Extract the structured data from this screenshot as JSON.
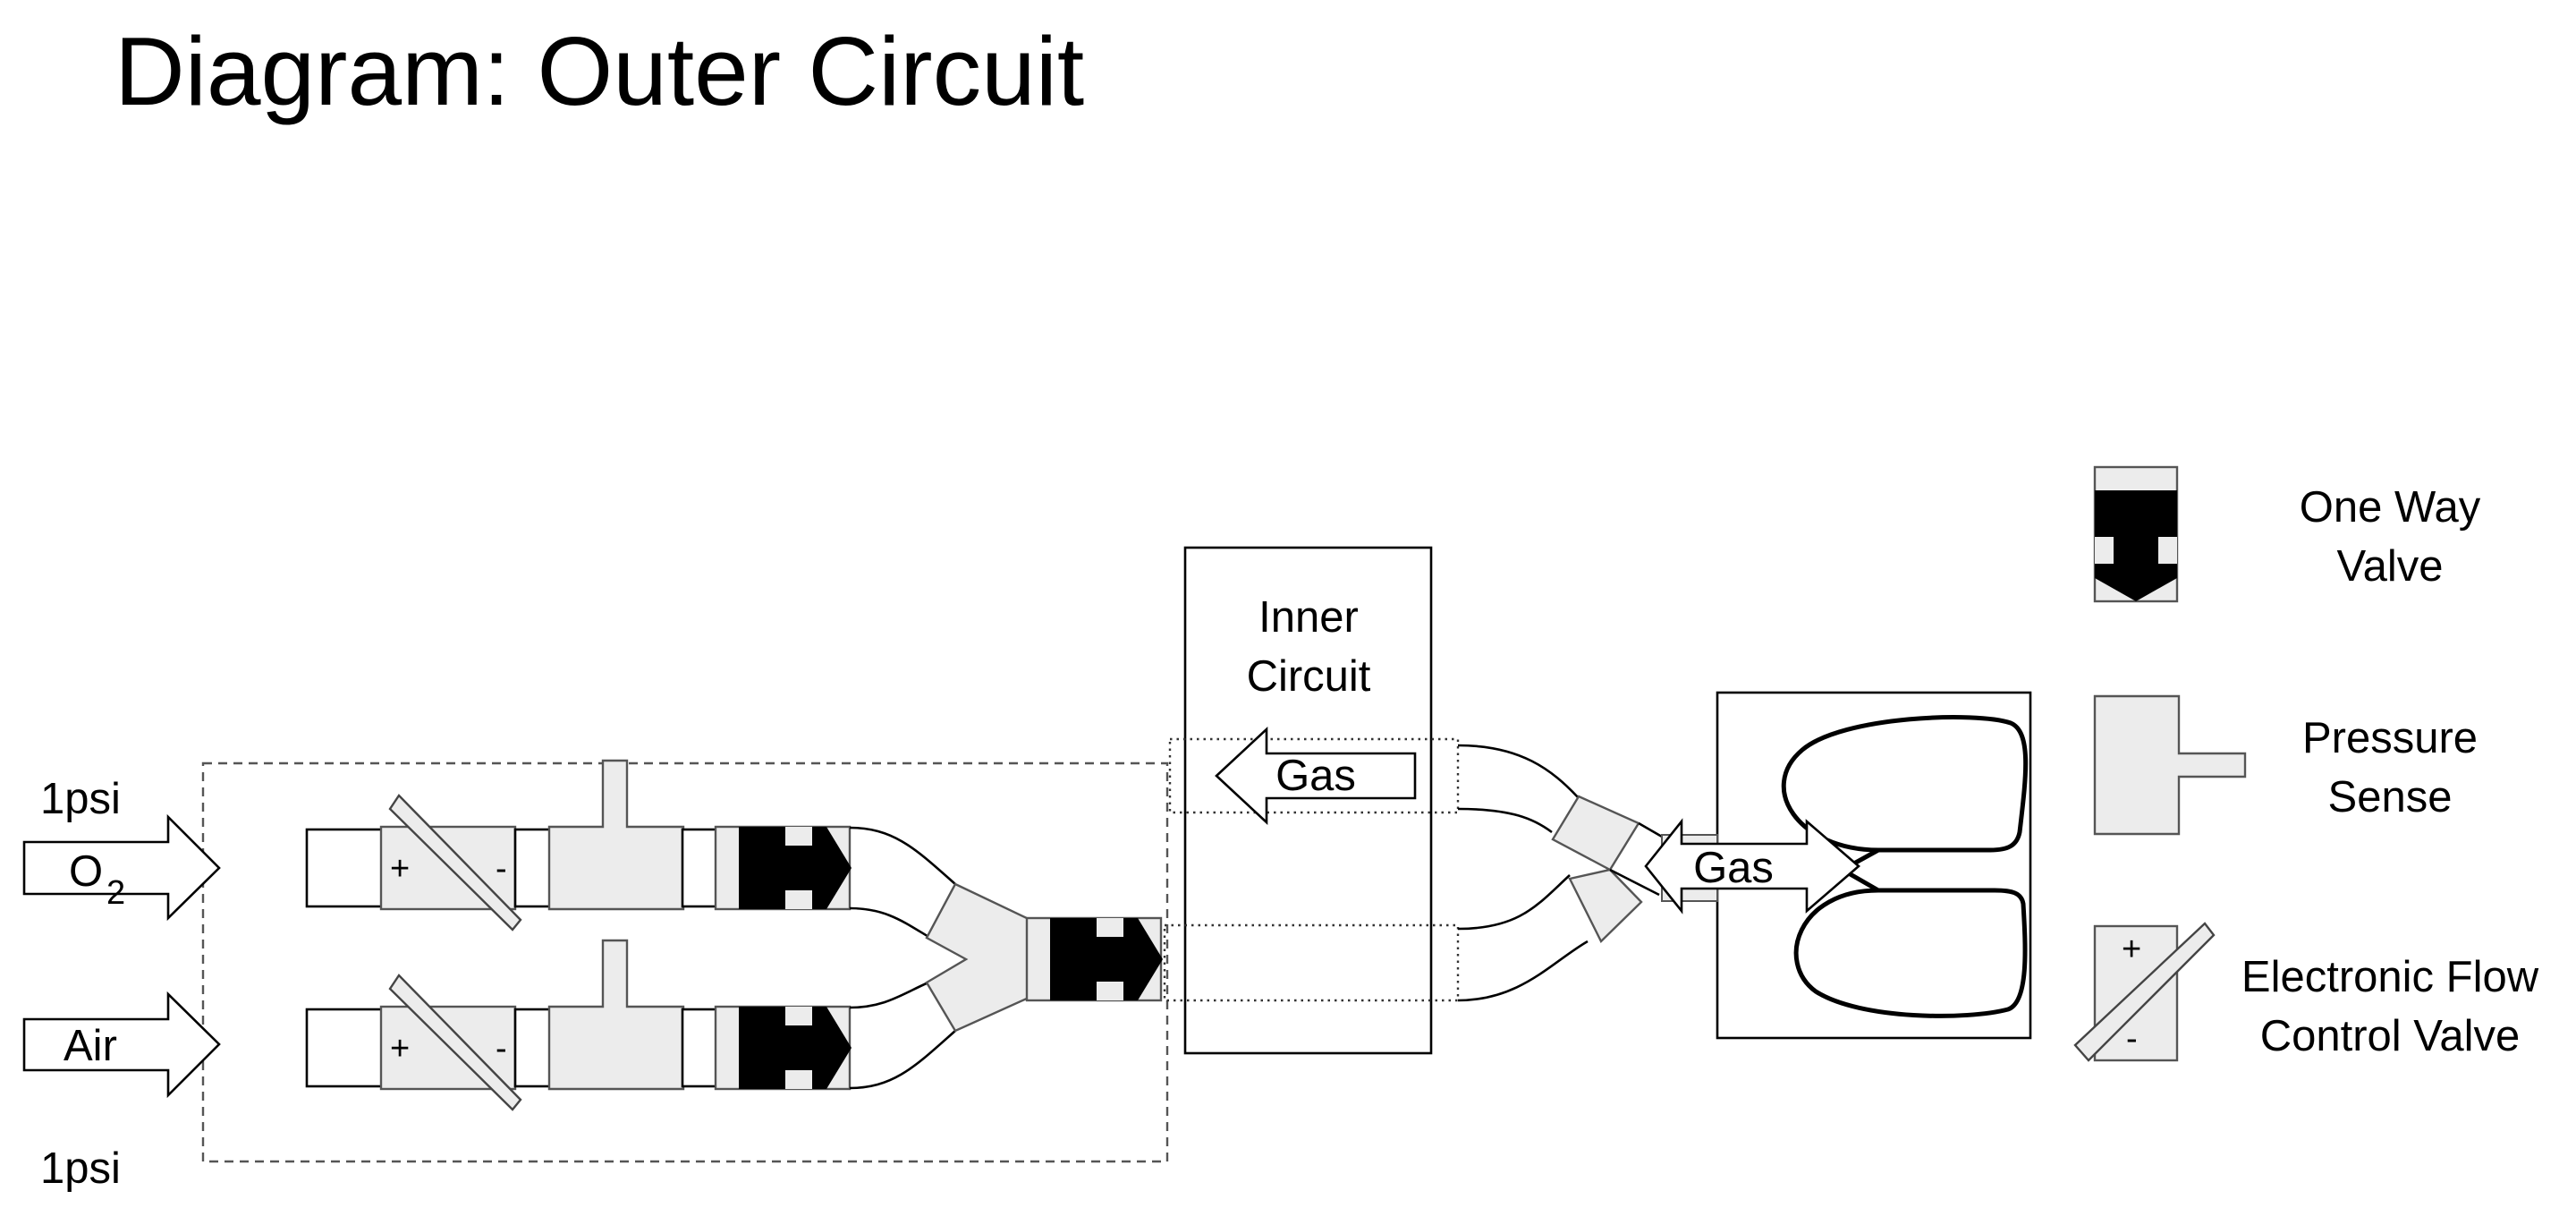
{
  "title": "Diagram: Outer Circuit",
  "inputs": {
    "o2": {
      "pressure": "1psi",
      "label_main": "O",
      "label_sub": "2"
    },
    "air": {
      "pressure": "1psi",
      "label": "Air"
    }
  },
  "valve_signs": {
    "plus": "+",
    "minus": "-"
  },
  "inner_circuit": {
    "line1": "Inner",
    "line2": "Circuit"
  },
  "gas_flow": {
    "to_patient": "Gas",
    "from_patient": "Gas"
  },
  "legend": {
    "one_way_valve": {
      "line1": "One Way",
      "line2": "Valve"
    },
    "pressure_sense": {
      "line1": "Pressure",
      "line2": "Sense"
    },
    "flow_control": {
      "line1": "Electronic Flow",
      "line2": "Control Valve",
      "plus": "+",
      "minus": "-"
    }
  },
  "colors": {
    "component_fill": "#ececec",
    "component_stroke": "#555555",
    "valve_black": "#000000",
    "line": "#000000"
  },
  "icons": [
    "one-way-valve-icon",
    "pressure-sensor-icon",
    "flow-control-valve-icon",
    "lungs-icon",
    "arrow-icon"
  ]
}
